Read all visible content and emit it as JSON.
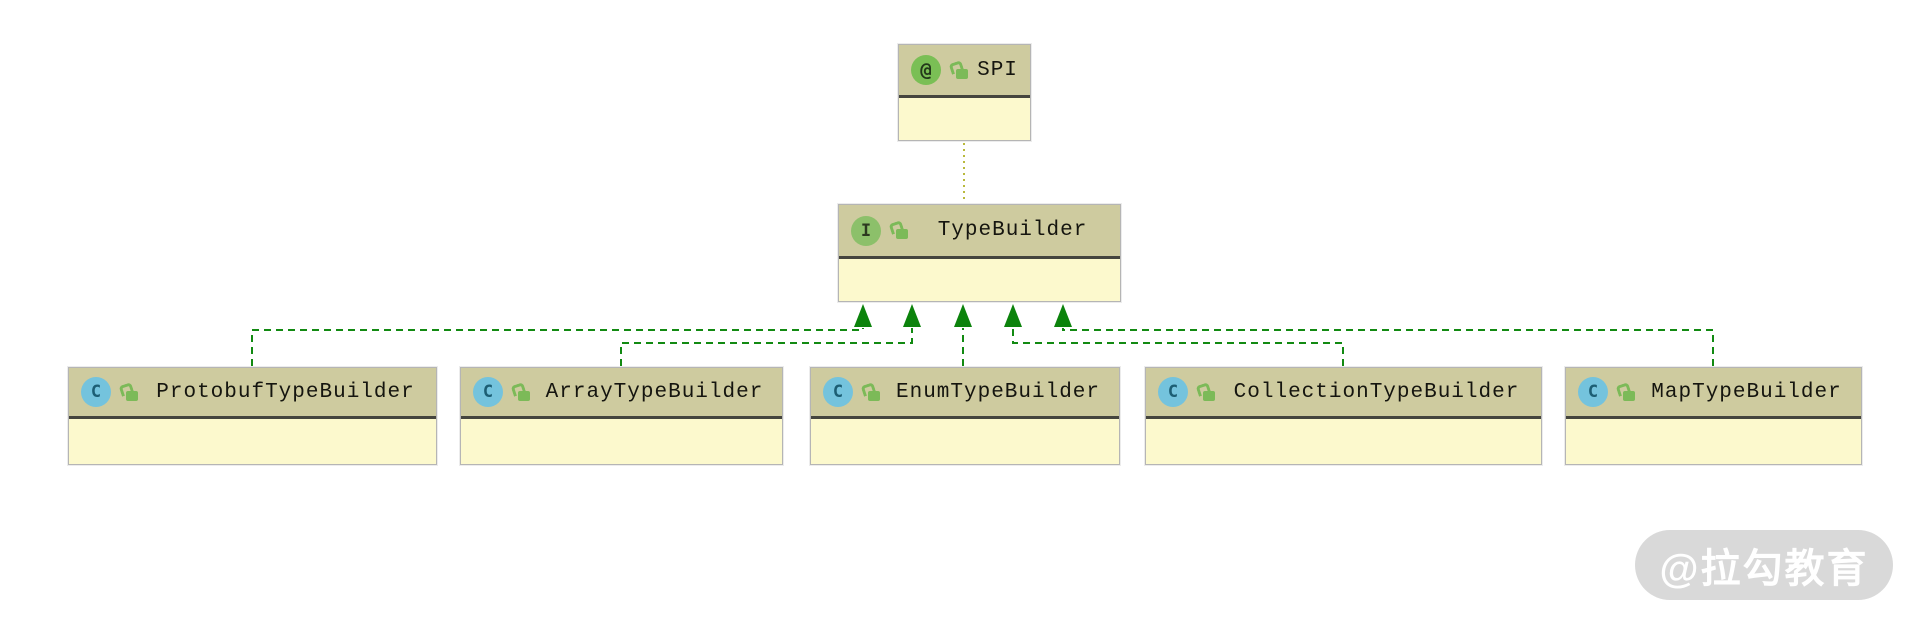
{
  "diagram": {
    "kind": "uml-class-diagram",
    "nodes": [
      {
        "name": "SPI",
        "kind": "annotation",
        "icon_glyph": "@",
        "visibility_icon": "open-lock"
      },
      {
        "name": "TypeBuilder",
        "kind": "interface",
        "icon_glyph": "I",
        "visibility_icon": "open-lock"
      },
      {
        "name": "ProtobufTypeBuilder",
        "kind": "class",
        "icon_glyph": "C",
        "visibility_icon": "open-lock"
      },
      {
        "name": "ArrayTypeBuilder",
        "kind": "class",
        "icon_glyph": "C",
        "visibility_icon": "open-lock"
      },
      {
        "name": "EnumTypeBuilder",
        "kind": "class",
        "icon_glyph": "C",
        "visibility_icon": "open-lock"
      },
      {
        "name": "CollectionTypeBuilder",
        "kind": "class",
        "icon_glyph": "C",
        "visibility_icon": "open-lock"
      },
      {
        "name": "MapTypeBuilder",
        "kind": "class",
        "icon_glyph": "C",
        "visibility_icon": "open-lock"
      }
    ],
    "edges": [
      {
        "from": "TypeBuilder",
        "to": "SPI",
        "type": "annotation-dependency",
        "line": "dotted",
        "arrow": "none"
      },
      {
        "from": "ProtobufTypeBuilder",
        "to": "TypeBuilder",
        "type": "realization",
        "line": "dashed",
        "arrow": "hollow-to-target"
      },
      {
        "from": "ArrayTypeBuilder",
        "to": "TypeBuilder",
        "type": "realization",
        "line": "dashed",
        "arrow": "hollow-to-target"
      },
      {
        "from": "EnumTypeBuilder",
        "to": "TypeBuilder",
        "type": "realization",
        "line": "dashed",
        "arrow": "hollow-to-target"
      },
      {
        "from": "CollectionTypeBuilder",
        "to": "TypeBuilder",
        "type": "realization",
        "line": "dashed",
        "arrow": "hollow-to-target"
      },
      {
        "from": "MapTypeBuilder",
        "to": "TypeBuilder",
        "type": "realization",
        "line": "dashed",
        "arrow": "hollow-to-target"
      }
    ],
    "colors": {
      "node_header_bg": "#cecb9f",
      "node_body_bg": "#fcf9cd",
      "node_border": "#b5b5b5",
      "header_separator": "#45453e",
      "realization_edge": "#128a12",
      "realization_arrowhead": "#0c830c",
      "annotation_edge": "#b9b93d",
      "class_icon_bg": "#74c3dd",
      "interface_icon_bg": "#8cc06a",
      "annotation_icon_bg": "#7abf55",
      "lock_icon": "#7cba58",
      "watermark_bg": "#d9d9d9",
      "watermark_text_color": "#ffffff"
    }
  },
  "watermark": {
    "text": "@拉勾教育"
  }
}
